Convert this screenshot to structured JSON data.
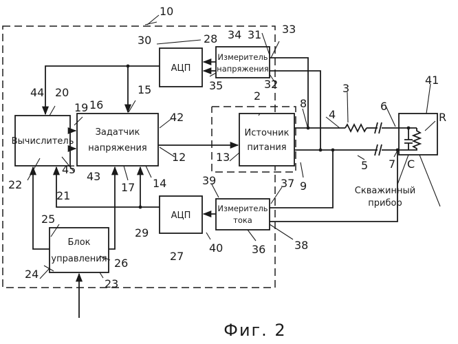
{
  "figure": {
    "caption": "Фиг. 2",
    "outer_ref": "10"
  },
  "blocks": {
    "adc_top": {
      "label": "АЦП"
    },
    "adc_bottom": {
      "label": "АЦП"
    },
    "voltage_meter": {
      "line1": "Измеритель",
      "line2": "напряжения"
    },
    "current_meter": {
      "line1": "Измеритель",
      "line2": "тока"
    },
    "calculator": {
      "label": "Вычислитель"
    },
    "voltage_setter": {
      "line1": "Задатчик",
      "line2": "напряжения"
    },
    "power_source": {
      "line1": "Источник",
      "line2": "питания"
    },
    "control_unit": {
      "line1": "Блок",
      "line2": "управления"
    },
    "downhole_tool": {
      "line1": "Скважинный",
      "line2": "прибор"
    }
  },
  "refs": {
    "r2": "2",
    "r3": "3",
    "r4": "4",
    "r5": "5",
    "r6": "6",
    "r7": "7",
    "r8": "8",
    "r9": "9",
    "r12": "12",
    "r13": "13",
    "r14": "14",
    "r15": "15",
    "r16": "16",
    "r17": "17",
    "r19": "19",
    "r20": "20",
    "r21": "21",
    "r22": "22",
    "r23": "23",
    "r24": "24",
    "r25": "25",
    "r26": "26",
    "r27": "27",
    "r28": "28",
    "r29": "29",
    "r30": "30",
    "r31": "31",
    "r32": "32",
    "r33": "33",
    "r34": "34",
    "r35": "35",
    "r36": "36",
    "r37": "37",
    "r38": "38",
    "r39": "39",
    "r40": "40",
    "r41": "41",
    "r42": "42",
    "r43": "43",
    "r44": "44",
    "r45": "45",
    "rR": "R",
    "rC": "C"
  }
}
